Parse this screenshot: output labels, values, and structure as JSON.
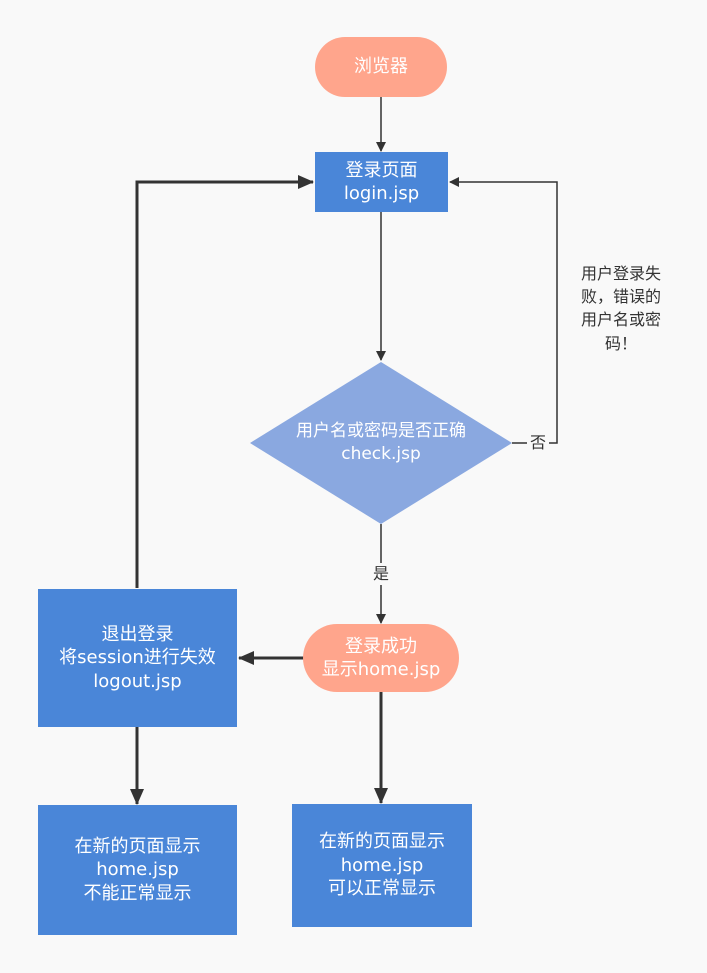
{
  "nodes": {
    "browser": {
      "label": "浏览器"
    },
    "login": {
      "line1": "登录页面",
      "line2": "login.jsp"
    },
    "check": {
      "line1": "用户名或密码是否正确",
      "line2": "check.jsp"
    },
    "success": {
      "line1": "登录成功",
      "line2": "显示home.jsp"
    },
    "logout": {
      "line1": "退出登录",
      "line2": "将session进行失效",
      "line3": "logout.jsp"
    },
    "home_fail": {
      "line1": "在新的页面显示",
      "line2": "home.jsp",
      "line3": "不能正常显示"
    },
    "home_ok": {
      "line1": "在新的页面显示",
      "line2": "home.jsp",
      "line3": "可以正常显示"
    }
  },
  "edge_labels": {
    "no": "否",
    "yes": "是",
    "failure_note": [
      "用户登录失",
      "败，错误的",
      "用户名或密",
      "码！"
    ]
  },
  "colors": {
    "rect_blue": "#4a86d8",
    "diamond_blue": "#8aa8e0",
    "pill_salmon": "#ffa58c",
    "edge": "#333333"
  }
}
